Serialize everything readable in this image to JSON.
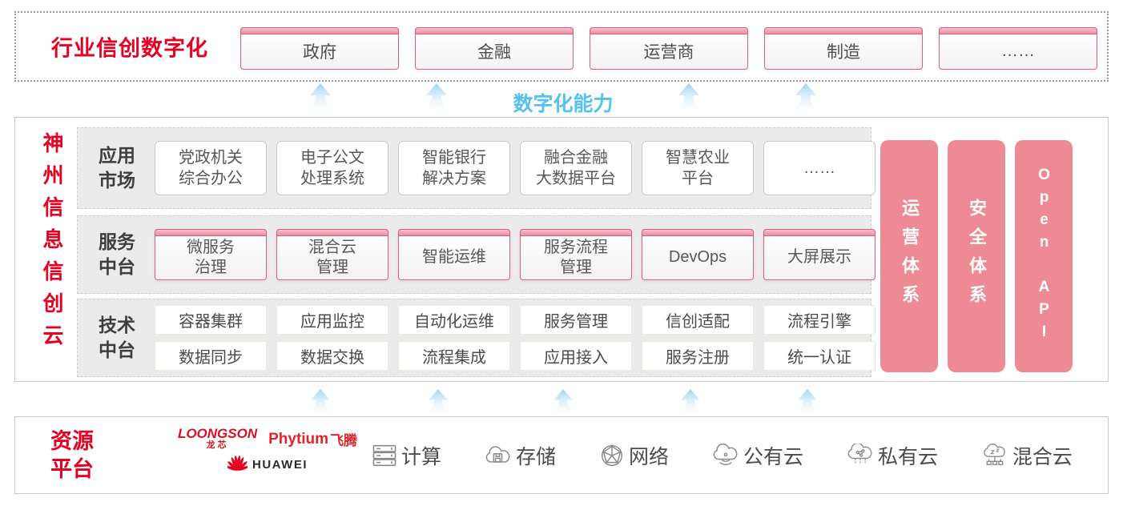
{
  "header": {
    "title": "行业信创数字化",
    "sectors": [
      "政府",
      "金融",
      "运营商",
      "制造",
      "……"
    ]
  },
  "capability": {
    "caption": "数字化能力"
  },
  "platform": {
    "title": "神州信息信创云",
    "rows": [
      {
        "label": "应用\n市场",
        "items": [
          "党政机关\n综合办公",
          "电子公文\n处理系统",
          "智能银行\n解决方案",
          "融合金融\n大数据平台",
          "智慧农业\n平台",
          "……"
        ]
      },
      {
        "label": "服务\n中台",
        "items": [
          "微服务\n治理",
          "混合云\n管理",
          "智能运维",
          "服务流程\n管理",
          "DevOps",
          "大屏展示"
        ]
      },
      {
        "label": "技术\n中台",
        "items_row1": [
          "容器集群",
          "应用监控",
          "自动化运维",
          "服务管理",
          "信创适配",
          "流程引擎"
        ],
        "items_row2": [
          "数据同步",
          "数据交换",
          "流程集成",
          "应用接入",
          "服务注册",
          "统一认证"
        ]
      }
    ],
    "pillars": [
      "运营体系",
      "安全体系",
      "Open API"
    ]
  },
  "resources": {
    "label": "资源\n平台",
    "vendors": {
      "loongson": "LOONGSON",
      "loongson_cn": "龙芯",
      "phytium": "Phytium",
      "phytium_cn": "飞腾",
      "huawei": "HUAWEI"
    },
    "items": [
      "计算",
      "存储",
      "网络",
      "公有云",
      "私有云",
      "混合云"
    ]
  },
  "colors": {
    "accent_red": "#e60021",
    "pillar_pink": "#ee8a93",
    "capability_blue": "#56c1f1",
    "box_border_pink": "#dc607a"
  }
}
